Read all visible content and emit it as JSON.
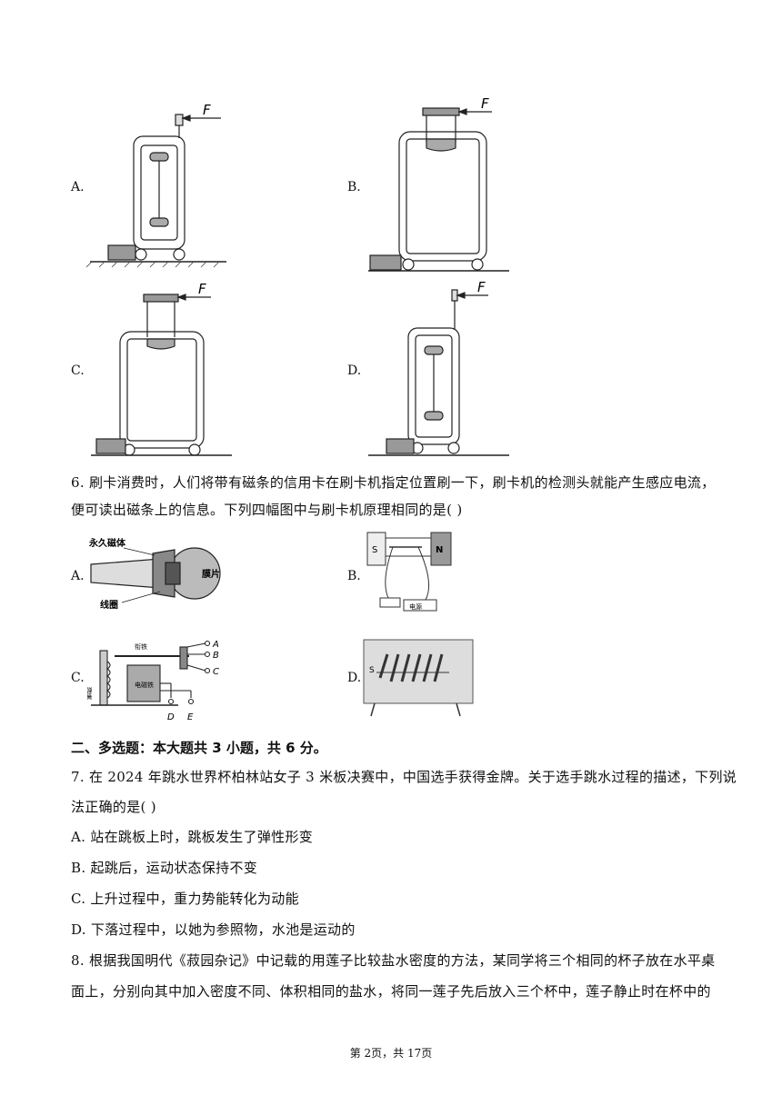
{
  "q5": {
    "options": [
      {
        "label": "A.",
        "force_label": "F"
      },
      {
        "label": "B.",
        "force_label": "F"
      },
      {
        "label": "C.",
        "force_label": "F"
      },
      {
        "label": "D.",
        "force_label": "F"
      }
    ]
  },
  "q6": {
    "line1": "6. 刷卡消费时，人们将带有磁条的信用卡在刷卡机指定位置刷一下，刷卡机的检测头就能产生感应电流，",
    "line2": "便可读出磁条上的信息。下列四幅图中与刷卡机原理相同的是(    )",
    "options": [
      {
        "label": "A.",
        "fig_labels": [
          "永久磁体",
          "线圈",
          "膜片"
        ]
      },
      {
        "label": "B.",
        "fig_labels": [
          "S",
          "N",
          "电源"
        ]
      },
      {
        "label": "C.",
        "fig_labels": [
          "衔铁",
          "弹簧",
          "电磁铁",
          "A",
          "B",
          "C",
          "D",
          "E"
        ]
      },
      {
        "label": "D.",
        "fig_labels": [
          "S"
        ]
      }
    ]
  },
  "section2": {
    "title": "二、多选题：本大题共 3 小题，共 6 分。"
  },
  "q7": {
    "line1": "7. 在 2024 年跳水世界杯柏林站女子 3 米板决赛中，中国选手获得金牌。关于选手跳水过程的描述，下列说",
    "line2": "法正确的是(    )",
    "options": [
      "A. 站在跳板上时，跳板发生了弹性形变",
      "B. 起跳后，运动状态保持不变",
      "C. 上升过程中，重力势能转化为动能",
      "D. 下落过程中，以她为参照物，水池是运动的"
    ]
  },
  "q8": {
    "line1": "8. 根据我国明代《菽园杂记》中记载的用莲子比较盐水密度的方法，某同学将三个相同的杯子放在水平桌",
    "line2": "面上，分别向其中加入密度不同、体积相同的盐水，将同一莲子先后放入三个杯中，莲子静止时在杯中的"
  },
  "footer": {
    "text": "第 2页，共 17页"
  }
}
